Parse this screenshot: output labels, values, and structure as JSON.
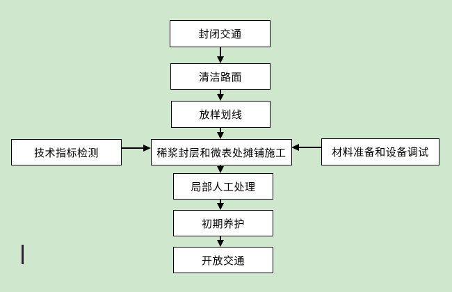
{
  "colors": {
    "background": "#cfe7cc",
    "node_fill": "#ffffff",
    "node_border": "#000000",
    "arrow": "#000000",
    "caret": "#2a2133"
  },
  "diagram": {
    "type": "flowchart",
    "nodes": {
      "close_traffic": {
        "label": "封闭交通"
      },
      "clean_road": {
        "label": "清洁路面"
      },
      "stakeout": {
        "label": "放样划线"
      },
      "paving": {
        "label": "稀浆封层和微表处摊铺施工"
      },
      "tech_inspection": {
        "label": "技术指标检测"
      },
      "material_prep": {
        "label": "材料准备和设备调试"
      },
      "local_manual": {
        "label": "局部人工处理"
      },
      "initial_curing": {
        "label": "初期养护"
      },
      "open_traffic": {
        "label": "开放交通"
      }
    },
    "edges": [
      {
        "from": "close_traffic",
        "to": "clean_road"
      },
      {
        "from": "clean_road",
        "to": "stakeout"
      },
      {
        "from": "stakeout",
        "to": "paving"
      },
      {
        "from": "tech_inspection",
        "to": "paving"
      },
      {
        "from": "material_prep",
        "to": "paving"
      },
      {
        "from": "paving",
        "to": "local_manual"
      },
      {
        "from": "local_manual",
        "to": "initial_curing"
      },
      {
        "from": "initial_curing",
        "to": "open_traffic"
      }
    ]
  }
}
